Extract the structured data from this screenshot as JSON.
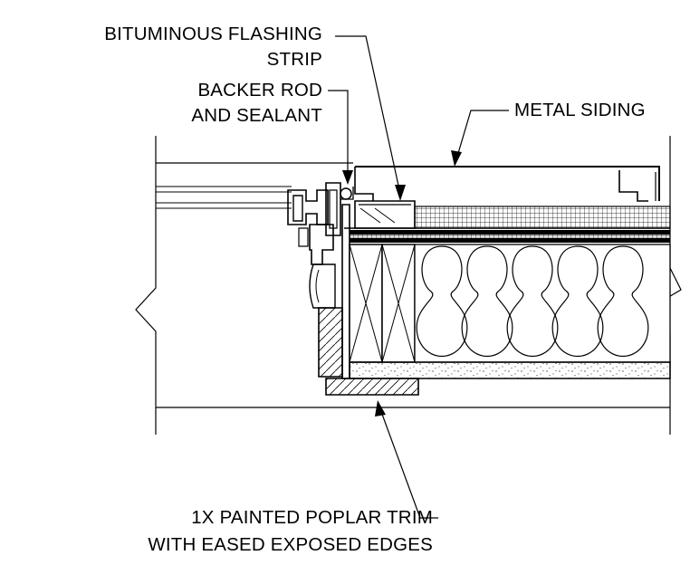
{
  "labels": {
    "flashing_line1": "BITUMINOUS FLASHING",
    "flashing_line2": "STRIP",
    "backer_line1": "BACKER ROD",
    "backer_line2": "AND SEALANT",
    "siding": "METAL SIDING",
    "trim_line1": "1X PAINTED POPLAR TRIM",
    "trim_line2": "WITH EASED EXPOSED EDGES"
  }
}
